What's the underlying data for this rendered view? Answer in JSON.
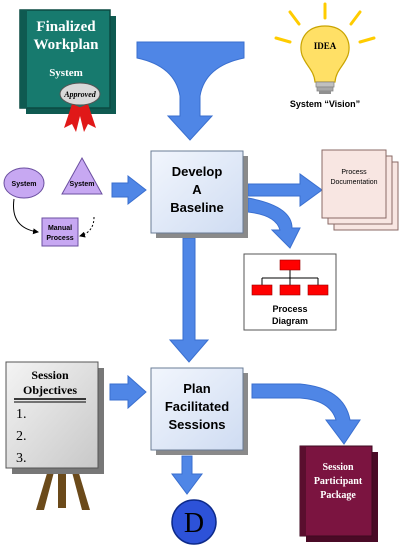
{
  "workplan_book": {
    "title_line1": "Finalized",
    "title_line2": "Workplan",
    "title_line3": "System",
    "seal_label": "Approved"
  },
  "idea": {
    "bulb_label": "IDEA",
    "caption": "System “Vision”"
  },
  "baseline_box": {
    "line1": "Develop",
    "line2": "A",
    "line3": "Baseline"
  },
  "system_cycle": {
    "circle_label": "System",
    "triangle_label": "System",
    "manual_line1": "Manual",
    "manual_line2": "Process"
  },
  "process_docs": {
    "line1": "Process",
    "line2": "Documentation"
  },
  "process_diagram": {
    "line1": "Process",
    "line2": "Diagram"
  },
  "objectives_board": {
    "title_line1": "Session",
    "title_line2": "Objectives",
    "items": [
      "1.",
      "2.",
      "3."
    ]
  },
  "plan_box": {
    "line1": "Plan",
    "line2": "Facilitated",
    "line3": "Sessions"
  },
  "participant_package": {
    "line1": "Session",
    "line2": "Participant",
    "line3": "Package"
  },
  "connector": {
    "label": "D"
  },
  "colors": {
    "arrow_blue": "#4f86e6",
    "book_teal": "#177a6e",
    "box_fill": "#e4ecf8",
    "purple_shape": "#c7a8f2",
    "chart_red": "#ff0000",
    "package_maroon": "#7b1440",
    "paper_pink": "#f8e6e2",
    "bulb_yellow": "#ffe066"
  }
}
